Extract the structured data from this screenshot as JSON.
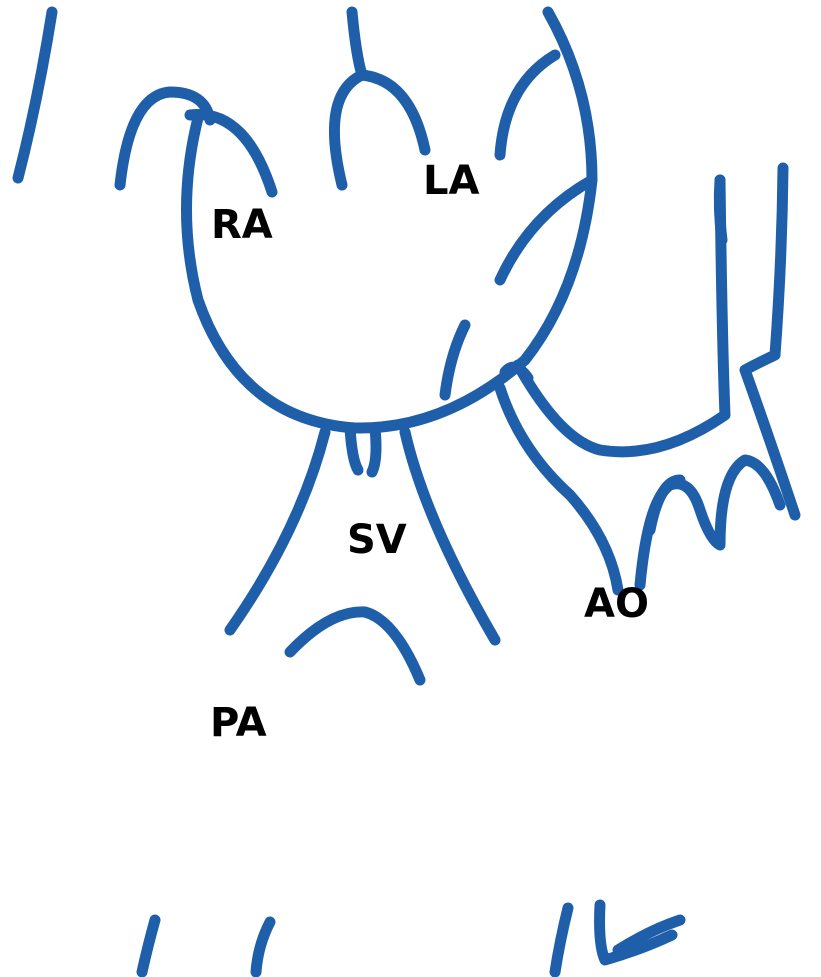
{
  "colors": {
    "line": "#1f5faa",
    "label": "#000000",
    "background": "#ffffff"
  },
  "labels": {
    "ra": "RA",
    "la": "LA",
    "sv": "SV",
    "ao": "AO",
    "pa": "PA"
  }
}
